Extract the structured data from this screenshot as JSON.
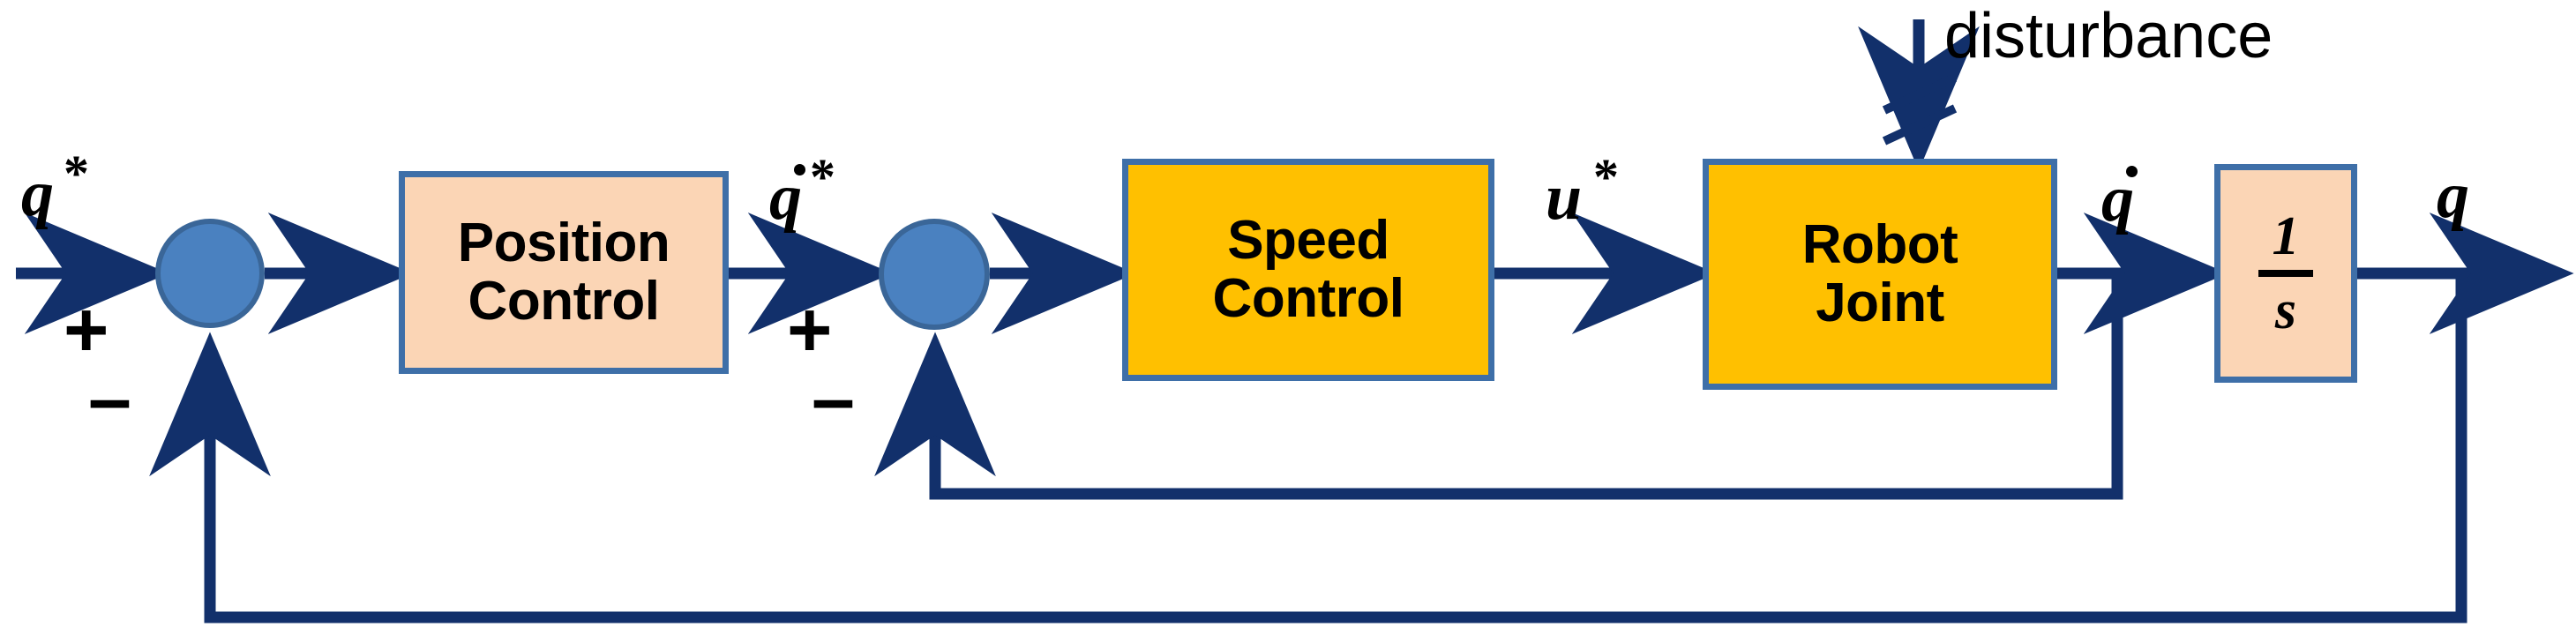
{
  "diagram": {
    "title": "Cascaded robot joint position and speed control block diagram",
    "colors": {
      "line": "#12306B",
      "block_border": "#3E6FA8",
      "block_peach": "#FBD5B5",
      "block_gold": "#FFC000",
      "node_fill": "#4A81C0",
      "node_border": "#3A6698",
      "text": "#000000",
      "background": "#FFFFFF"
    },
    "blocks": [
      {
        "id": "position-control",
        "label": "Position\nControl",
        "fill": "peach"
      },
      {
        "id": "speed-control",
        "label": "Speed\nControl",
        "fill": "gold"
      },
      {
        "id": "robot-joint",
        "label": "Robot\nJoint",
        "fill": "gold"
      },
      {
        "id": "integrator",
        "label": "1/s",
        "fill": "peach",
        "numerator": "1",
        "denominator": "s"
      }
    ],
    "summing_junctions": [
      {
        "id": "sum-position",
        "plus": "+",
        "minus": "–",
        "input_label": "q*"
      },
      {
        "id": "sum-speed",
        "plus": "+",
        "minus": "–",
        "input_label": "q̇*"
      }
    ],
    "signals": {
      "reference_position": "q",
      "reference_position_star": "*",
      "reference_speed": "q",
      "reference_speed_star": "*",
      "control_effort": "u",
      "control_effort_star": "*",
      "joint_speed": "q",
      "joint_position": "q",
      "disturbance": "disturbance"
    },
    "feedback": {
      "inner_loop": "speed feedback from joint speed to speed summing junction",
      "outer_loop": "position feedback from joint position to position summing junction"
    }
  }
}
